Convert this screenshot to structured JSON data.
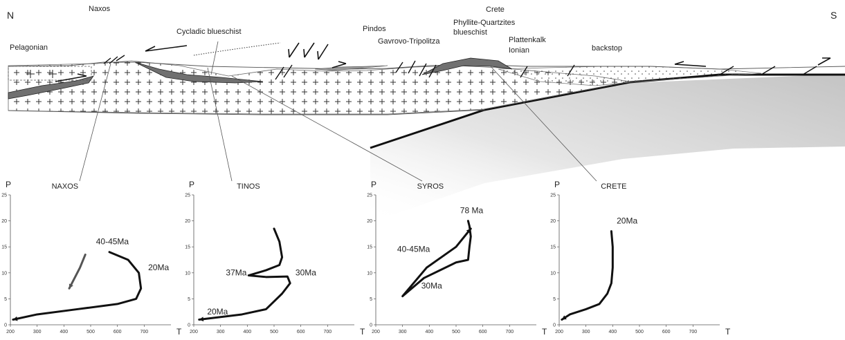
{
  "cross_section": {
    "north_label": "N",
    "south_label": "S",
    "unit_labels": {
      "naxos": "Naxos",
      "pelagonian": "Pelagonian",
      "cycladic_blueschist": "Cycladic blueschist",
      "pindos": "Pindos",
      "crete": "Crete",
      "phyllite_quartzites": "Phyllite-Quartzites",
      "blueschist": "blueschist",
      "gavrovo_tripolitza": "Gavrovo-Tripolitza",
      "plattenkalk": "Plattenkalk",
      "ionian": "Ionian",
      "backstop": "backstop"
    },
    "colors": {
      "blueschist_fill": "#707070",
      "slab_dark": "#bdbdbd",
      "slab_light": "#ffffff",
      "line": "#111111"
    }
  },
  "chart_data": [
    {
      "type": "line",
      "title": "NAXOS",
      "xlabel": "T",
      "ylabel": "P",
      "xlim": [
        200,
        800
      ],
      "ylim": [
        0,
        25
      ],
      "xticks": [
        200,
        300,
        400,
        500,
        600,
        700
      ],
      "yticks": [
        0,
        5,
        10,
        15,
        20,
        25
      ],
      "series": [
        {
          "color": "#111111",
          "x": [
            570,
            640,
            680,
            688,
            670,
            600,
            450,
            300,
            210
          ],
          "y": [
            14,
            12.5,
            10,
            7,
            5,
            4,
            3,
            2,
            1
          ]
        },
        {
          "color": "#555555",
          "x": [
            480,
            460,
            440,
            420
          ],
          "y": [
            13.5,
            11,
            9,
            7
          ]
        }
      ],
      "annotations": [
        {
          "text": "40-45Ma",
          "x": 520,
          "y": 15.5
        },
        {
          "text": "20Ma",
          "x": 715,
          "y": 10.5
        }
      ]
    },
    {
      "type": "line",
      "title": "TINOS",
      "xlabel": "T",
      "ylabel": "P",
      "xlim": [
        200,
        800
      ],
      "ylim": [
        0,
        25
      ],
      "xticks": [
        200,
        300,
        400,
        500,
        600,
        700
      ],
      "yticks": [
        0,
        5,
        10,
        15,
        20,
        25
      ],
      "series": [
        {
          "color": "#111111",
          "x": [
            500,
            520,
            530,
            520,
            470,
            405,
            470,
            550,
            560,
            530,
            490,
            470,
            380,
            220
          ],
          "y": [
            18.5,
            16,
            13,
            11.5,
            10.5,
            9.5,
            9.2,
            9.3,
            8,
            6,
            4,
            3,
            2,
            1
          ]
        }
      ],
      "annotations": [
        {
          "text": "37Ma",
          "x": 320,
          "y": 9.5
        },
        {
          "text": "30Ma",
          "x": 580,
          "y": 9.5
        },
        {
          "text": "20Ma",
          "x": 250,
          "y": 2
        }
      ]
    },
    {
      "type": "line",
      "title": "SYROS",
      "xlabel": "T",
      "ylabel": "P",
      "xlim": [
        200,
        800
      ],
      "ylim": [
        0,
        25
      ],
      "xticks": [
        200,
        300,
        400,
        500,
        600,
        700
      ],
      "yticks": [
        0,
        5,
        10,
        15,
        20,
        25
      ],
      "series": [
        {
          "color": "#111111",
          "x": [
            545,
            550,
            555,
            550,
            545,
            500,
            380,
            300,
            390,
            500,
            555
          ],
          "y": [
            20,
            19,
            17,
            15,
            12.5,
            12,
            9,
            5.5,
            11,
            15,
            18.5
          ]
        }
      ],
      "annotations": [
        {
          "text": "78 Ma",
          "x": 515,
          "y": 21.5
        },
        {
          "text": "40-45Ma",
          "x": 280,
          "y": 14
        },
        {
          "text": "30Ma",
          "x": 370,
          "y": 7
        }
      ]
    },
    {
      "type": "line",
      "title": "CRETE",
      "xlabel": "T",
      "ylabel": "P",
      "xlim": [
        200,
        800
      ],
      "ylim": [
        0,
        25
      ],
      "xticks": [
        200,
        300,
        400,
        500,
        600,
        700
      ],
      "yticks": [
        0,
        5,
        10,
        15,
        20,
        25
      ],
      "series": [
        {
          "color": "#111111",
          "x": [
            395,
            400,
            400,
            395,
            380,
            350,
            300,
            240,
            210
          ],
          "y": [
            18,
            15,
            11,
            8,
            6,
            4,
            3,
            2,
            1
          ]
        }
      ],
      "annotations": [
        {
          "text": "20Ma",
          "x": 415,
          "y": 19.5
        }
      ]
    }
  ]
}
